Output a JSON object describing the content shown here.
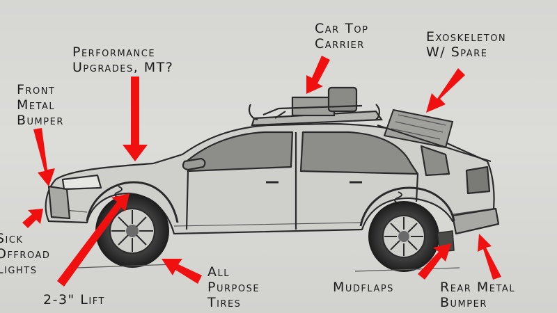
{
  "labels": {
    "car_top_carrier": "Car Top\nCarrier",
    "exoskeleton": "Exoskeleton\nW/ Spare",
    "performance": "Performance\nUpgrades, MT?",
    "front_bumper": "Front\nMetal\nBumper",
    "lights": "Sick\nOffroad\nLights",
    "lift": "2-3\" Lift",
    "tires": "All\nPurpose\nTires",
    "mudflaps": "Mudflaps",
    "rear_bumper": "Rear Metal\nBumper"
  },
  "colors": {
    "arrow": "#f01010",
    "pencil": "#2a2a2a",
    "paper": "#d9d9d6"
  },
  "icons": {
    "car": "sedan-sketch",
    "arrow": "red-arrow"
  }
}
